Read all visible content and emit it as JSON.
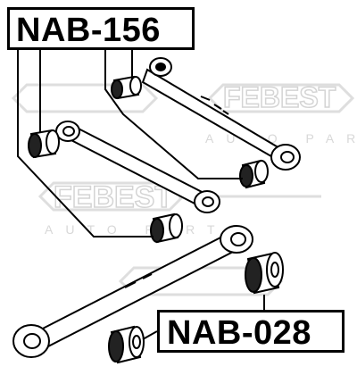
{
  "labels": {
    "top_part_number": "NAB-156",
    "bottom_part_number": "NAB-028"
  },
  "watermark": {
    "brand": "FEBEST",
    "tagline": "AUTO PARTS",
    "color": "#dedede"
  },
  "colors": {
    "line": "#000000",
    "background": "#ffffff"
  },
  "icons": [
    "bushing-icon",
    "control-arm-icon",
    "leader-line"
  ]
}
